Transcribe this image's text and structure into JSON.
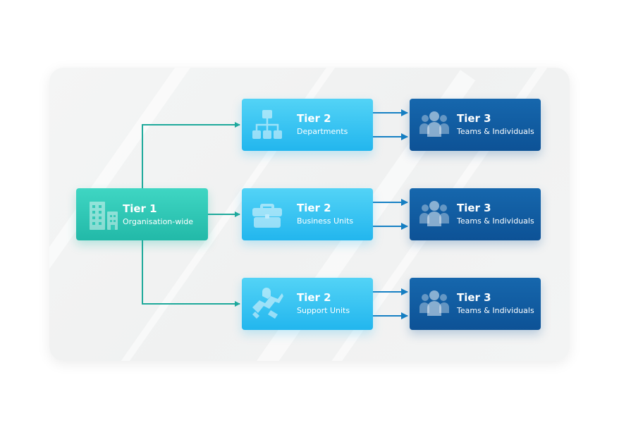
{
  "tier1": {
    "title": "Tier 1",
    "subtitle": "Organisation-wide",
    "icon": "building-icon"
  },
  "tier2": [
    {
      "title": "Tier 2",
      "subtitle": "Departments",
      "icon": "org-chart-icon"
    },
    {
      "title": "Tier 2",
      "subtitle": "Business Units",
      "icon": "briefcase-icon"
    },
    {
      "title": "Tier 2",
      "subtitle": "Support Units",
      "icon": "handshake-icon"
    }
  ],
  "tier3": [
    {
      "title": "Tier 3",
      "subtitle": "Teams & Individuals",
      "icon": "people-group-icon"
    },
    {
      "title": "Tier 3",
      "subtitle": "Teams & Individuals",
      "icon": "people-group-icon"
    },
    {
      "title": "Tier 3",
      "subtitle": "Teams & Individuals",
      "icon": "people-group-icon"
    }
  ],
  "colors": {
    "tier1": "#2ac4b1",
    "tier2": "#36c3f1",
    "tier3": "#115ca0",
    "connector_tier1": "#1ea99b",
    "connector_tier2": "#1680c4"
  }
}
